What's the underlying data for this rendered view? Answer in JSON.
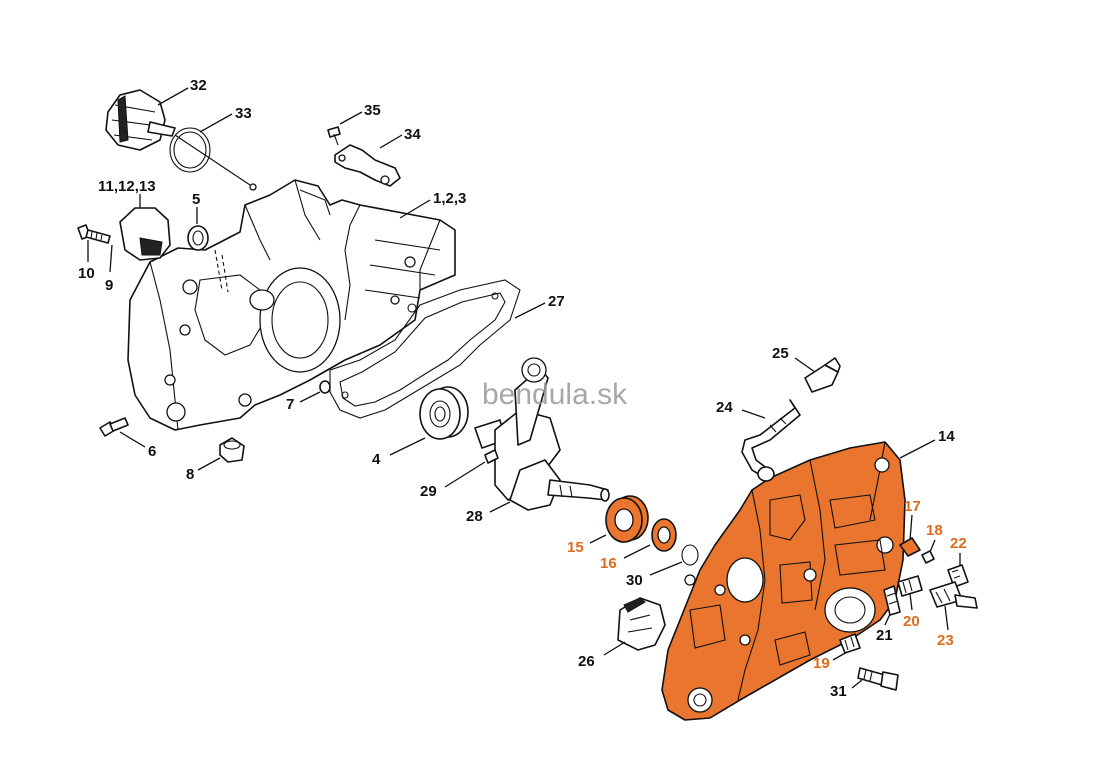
{
  "watermark": "bendula.sk",
  "colors": {
    "highlight": "#e9752f",
    "highlight_label": "#e06a1c",
    "line": "#111111"
  },
  "callouts": [
    {
      "id": "c32",
      "text": "32",
      "highlight": false
    },
    {
      "id": "c33",
      "text": "33",
      "highlight": false
    },
    {
      "id": "c35",
      "text": "35",
      "highlight": false
    },
    {
      "id": "c34",
      "text": "34",
      "highlight": false
    },
    {
      "id": "c11",
      "text": "11,12,13",
      "highlight": false
    },
    {
      "id": "c5",
      "text": "5",
      "highlight": false
    },
    {
      "id": "c123",
      "text": "1,2,3",
      "highlight": false
    },
    {
      "id": "c10",
      "text": "10",
      "highlight": false
    },
    {
      "id": "c9",
      "text": "9",
      "highlight": false
    },
    {
      "id": "c27",
      "text": "27",
      "highlight": false
    },
    {
      "id": "c7",
      "text": "7",
      "highlight": false
    },
    {
      "id": "c6",
      "text": "6",
      "highlight": false
    },
    {
      "id": "c8",
      "text": "8",
      "highlight": false
    },
    {
      "id": "c4",
      "text": "4",
      "highlight": false
    },
    {
      "id": "c25",
      "text": "25",
      "highlight": false
    },
    {
      "id": "c24",
      "text": "24",
      "highlight": false
    },
    {
      "id": "c14",
      "text": "14",
      "highlight": false
    },
    {
      "id": "c29",
      "text": "29",
      "highlight": false
    },
    {
      "id": "c28",
      "text": "28",
      "highlight": false
    },
    {
      "id": "c15",
      "text": "15",
      "highlight": true
    },
    {
      "id": "c16",
      "text": "16",
      "highlight": true
    },
    {
      "id": "c30",
      "text": "30",
      "highlight": false
    },
    {
      "id": "c17",
      "text": "17",
      "highlight": true
    },
    {
      "id": "c18",
      "text": "18",
      "highlight": true
    },
    {
      "id": "c22",
      "text": "22",
      "highlight": true
    },
    {
      "id": "c21",
      "text": "21",
      "highlight": false
    },
    {
      "id": "c20",
      "text": "20",
      "highlight": true
    },
    {
      "id": "c23",
      "text": "23",
      "highlight": true
    },
    {
      "id": "c26",
      "text": "26",
      "highlight": false
    },
    {
      "id": "c19",
      "text": "19",
      "highlight": true
    },
    {
      "id": "c31",
      "text": "31",
      "highlight": false
    }
  ]
}
